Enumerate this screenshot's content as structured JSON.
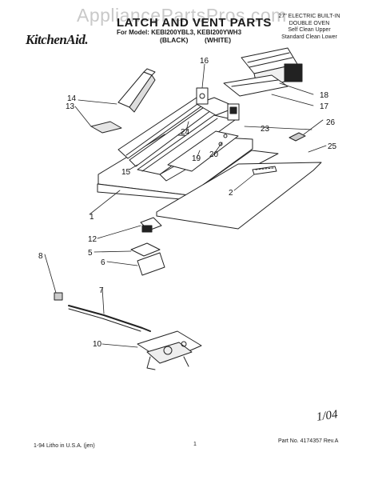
{
  "watermark": "AppliancePartsPros.com",
  "header": {
    "brand": "KitchenAid.",
    "title": "LATCH AND VENT PARTS",
    "model_line": "For Model: KEBI200YBL3, KEBI200YWH3",
    "finish_black": "(BLACK)",
    "finish_white": "(WHITE)",
    "description": [
      "27\" ELECTRIC BUILT-IN",
      "DOUBLE OVEN",
      "Self Clean Upper",
      "Standard Clean Lower"
    ]
  },
  "part_numbers": [
    "1",
    "2",
    "5",
    "6",
    "7",
    "8",
    "10",
    "12",
    "13",
    "14",
    "15",
    "16",
    "17",
    "18",
    "19",
    "20",
    "23",
    "24",
    "25",
    "26"
  ],
  "footer": {
    "litho": "1-94 Litho in U.S.A. (jen)",
    "page": "1",
    "part_no": "Part No. 4174357 Rev.A",
    "signature": "1/04"
  }
}
